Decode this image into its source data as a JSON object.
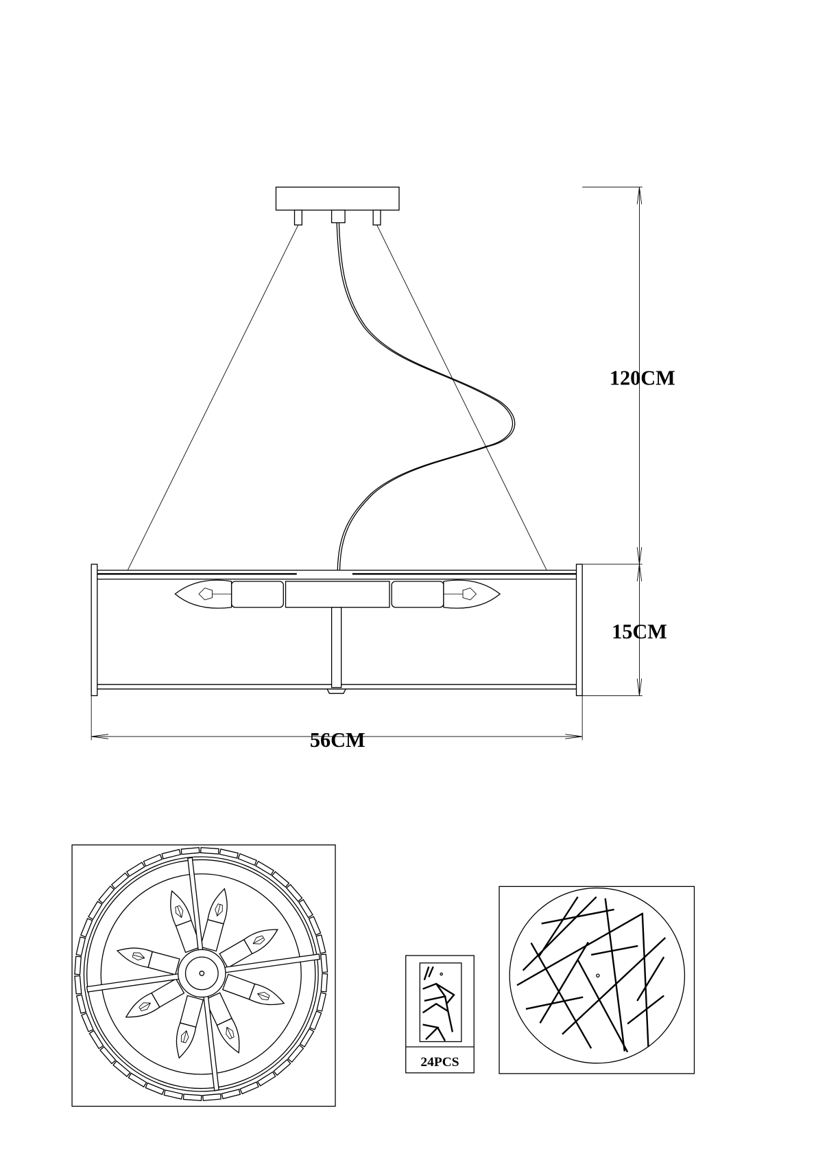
{
  "dimensions": {
    "suspension_length": "120CM",
    "fixture_height": "15CM",
    "fixture_diameter": "56CM"
  },
  "parts_panel": {
    "quantity_label": "24PCS"
  },
  "colors": {
    "line": "#000000",
    "background": "#ffffff"
  },
  "views": {
    "bulb_count": 8,
    "top_view_tab_count": 40
  }
}
